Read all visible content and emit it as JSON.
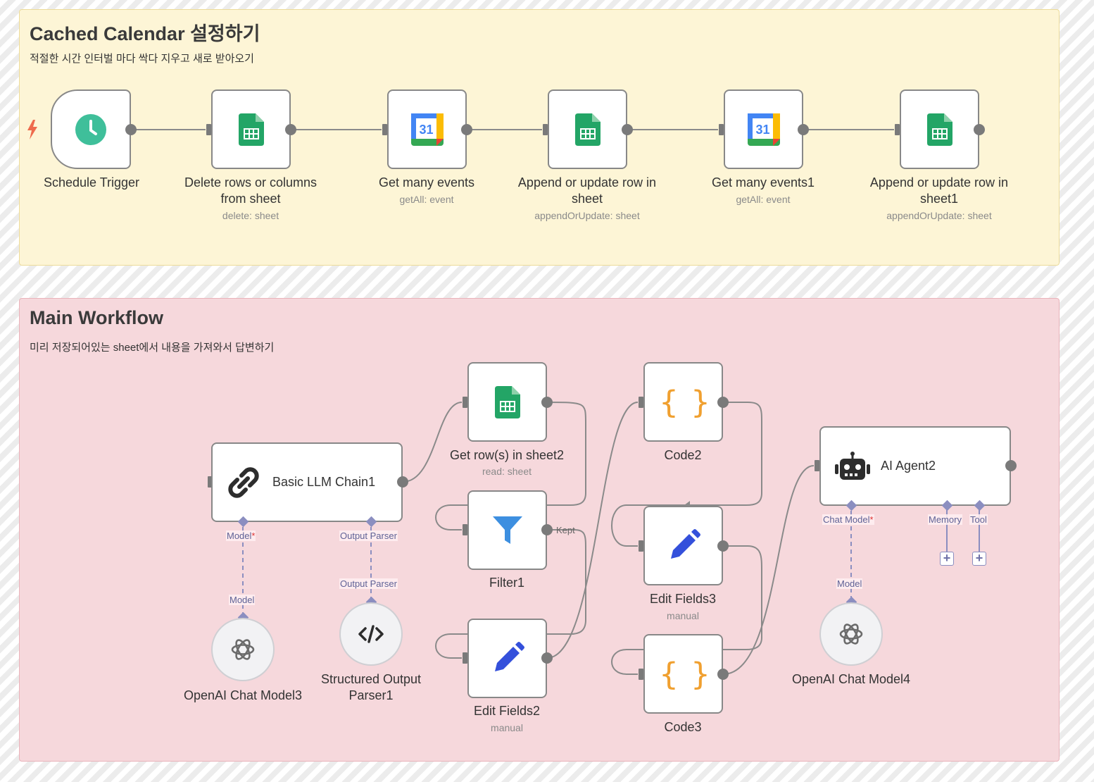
{
  "groups": {
    "cached": {
      "title": "Cached Calendar 설정하기",
      "description": "적절한 시간 인터벌 마다 싹다 지우고 새로 받아오기"
    },
    "main": {
      "title": "Main Workflow",
      "description": "미리 저장되어있는 sheet에서 내용을 가져와서 답변하기"
    }
  },
  "nodes": {
    "schedule_trigger": {
      "label": "Schedule Trigger",
      "icon": "clock-icon"
    },
    "delete_rows": {
      "label": "Delete rows or columns from sheet",
      "sub": "delete: sheet",
      "icon": "google-sheets-icon"
    },
    "get_events": {
      "label": "Get many events",
      "sub": "getAll: event",
      "icon": "google-calendar-icon",
      "icon_text": "31"
    },
    "append_row": {
      "label": "Append or update row in sheet",
      "sub": "appendOrUpdate: sheet",
      "icon": "google-sheets-icon"
    },
    "get_events1": {
      "label": "Get many events1",
      "sub": "getAll: event",
      "icon": "google-calendar-icon",
      "icon_text": "31"
    },
    "append_row1": {
      "label": "Append or update row in sheet1",
      "sub": "appendOrUpdate: sheet",
      "icon": "google-sheets-icon"
    },
    "basic_llm_chain1": {
      "label": "Basic LLM Chain1",
      "icon": "chain-link-icon"
    },
    "get_rows2": {
      "label": "Get row(s) in sheet2",
      "sub": "read: sheet",
      "icon": "google-sheets-icon"
    },
    "filter1": {
      "label": "Filter1",
      "icon": "filter-icon"
    },
    "edit_fields2": {
      "label": "Edit Fields2",
      "sub": "manual",
      "icon": "pencil-icon"
    },
    "code2": {
      "label": "Code2",
      "icon": "code-braces-icon",
      "icon_text": "{ }"
    },
    "edit_fields3": {
      "label": "Edit Fields3",
      "sub": "manual",
      "icon": "pencil-icon"
    },
    "code3": {
      "label": "Code3",
      "icon": "code-braces-icon",
      "icon_text": "{ }"
    },
    "ai_agent2": {
      "label": "AI Agent2",
      "icon": "robot-icon"
    },
    "openai_model3": {
      "label": "OpenAI Chat Model3",
      "icon": "openai-icon"
    },
    "output_parser1": {
      "label": "Structured Output Parser1",
      "icon": "code-tag-icon"
    },
    "openai_model4": {
      "label": "OpenAI Chat Model4",
      "icon": "openai-icon"
    }
  },
  "connections": {
    "model_label": "Model",
    "required_mark": "*",
    "output_parser_label": "Output Parser",
    "chat_model_label": "Chat Model",
    "memory_label": "Memory",
    "tool_label": "Tool",
    "kept_label": "Kept",
    "plus": "+"
  },
  "colors": {
    "sheets_green": "#23a566",
    "calendar_blue": "#4285f4",
    "filter_blue": "#3d8fe0",
    "pencil_blue": "#3450db",
    "code_orange": "#f0a030",
    "clock_teal": "#3fbf9a",
    "trigger_bolt": "#ee6b4d",
    "sub_node_purple": "#8b8ec0"
  }
}
